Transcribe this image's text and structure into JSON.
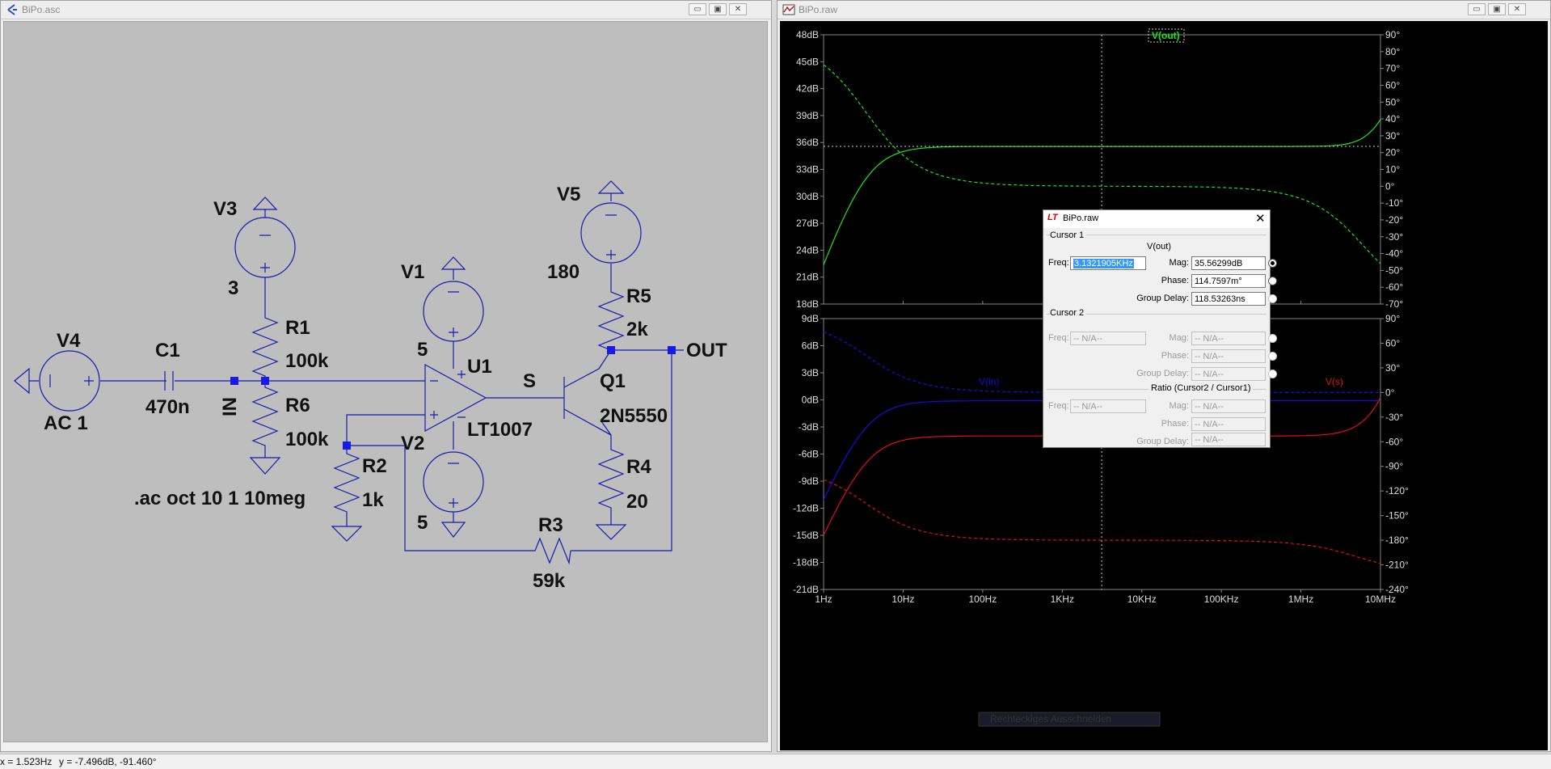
{
  "schematic_window": {
    "title": "BiPo.asc",
    "minimize": "▭",
    "maximize": "▣",
    "close": "✕"
  },
  "waveform_window": {
    "title": "BiPo.raw",
    "minimize": "▭",
    "maximize": "▣",
    "close": "✕"
  },
  "schematic": {
    "labels": {
      "V4": "V4",
      "V4_val": "AC 1",
      "C1": "C1",
      "C1_val": "470n",
      "IN": "IN",
      "V3": "V3",
      "V3_val": "3",
      "R1": "R1",
      "R1_val": "100k",
      "R6": "R6",
      "R6_val": "100k",
      "V1": "V1",
      "V1_val": "5",
      "U1": "U1",
      "U1_val": "LT1007",
      "V2": "V2",
      "V2_val": "5",
      "R2": "R2",
      "R2_val": "1k",
      "S": "S",
      "V5": "V5",
      "V5_val": "180",
      "R5": "R5",
      "R5_val": "2k",
      "OUT": "OUT",
      "Q1": "Q1",
      "Q1_val": "2N5550",
      "R4": "R4",
      "R4_val": "20",
      "R3": "R3",
      "R3_val": "59k",
      "directive": ".ac oct 10 1 10meg"
    }
  },
  "plot": {
    "top_trace": "V(out)",
    "bottom_traces": [
      "V(in)",
      "V(s)"
    ],
    "top_y_left": [
      "48dB",
      "45dB",
      "42dB",
      "39dB",
      "36dB",
      "33dB",
      "30dB",
      "27dB",
      "24dB",
      "21dB",
      "18dB"
    ],
    "top_y_right": [
      "90°",
      "80°",
      "70°",
      "60°",
      "50°",
      "40°",
      "30°",
      "20°",
      "10°",
      "0°",
      "-10°",
      "-20°",
      "-30°",
      "-40°",
      "-50°",
      "-60°",
      "-70°"
    ],
    "bottom_y_left": [
      "9dB",
      "6dB",
      "3dB",
      "0dB",
      "-3dB",
      "-6dB",
      "-9dB",
      "-12dB",
      "-15dB",
      "-18dB",
      "-21dB"
    ],
    "bottom_y_right": [
      "90°",
      "60°",
      "30°",
      "0°",
      "-30°",
      "-60°",
      "-90°",
      "-120°",
      "-150°",
      "-180°",
      "-210°",
      "-240°"
    ],
    "x_ticks": [
      "1Hz",
      "10Hz",
      "100Hz",
      "1KHz",
      "10KHz",
      "100KHz",
      "1MHz",
      "10MHz"
    ],
    "hint": "Rechteckiges Ausschneiden"
  },
  "cursor_dialog": {
    "title": "BiPo.raw",
    "cursor1": "Cursor 1",
    "trace": "V(out)",
    "freq_label": "Freq:",
    "freq_value": "3.1321905KHz",
    "mag_label": "Mag:",
    "mag_value": "35.56299dB",
    "phase_label": "Phase:",
    "phase_value": "114.7597m°",
    "gd_label": "Group Delay:",
    "gd_value": "118.53263ns",
    "cursor2": "Cursor 2",
    "na": "-- N/A--",
    "ratio": "Ratio (Cursor2 / Cursor1)"
  },
  "status": {
    "x": "x = 1.523Hz",
    "y": "y = -7.496dB, -91.460°"
  },
  "colors": {
    "wire": "#1a1aa8",
    "node": "#1a1ae6",
    "schematic_bg": "#bebebe",
    "plot_bg": "#000000",
    "trace_out": "#19e619",
    "trace_in": "#1010e0",
    "trace_s": "#e01010"
  }
}
